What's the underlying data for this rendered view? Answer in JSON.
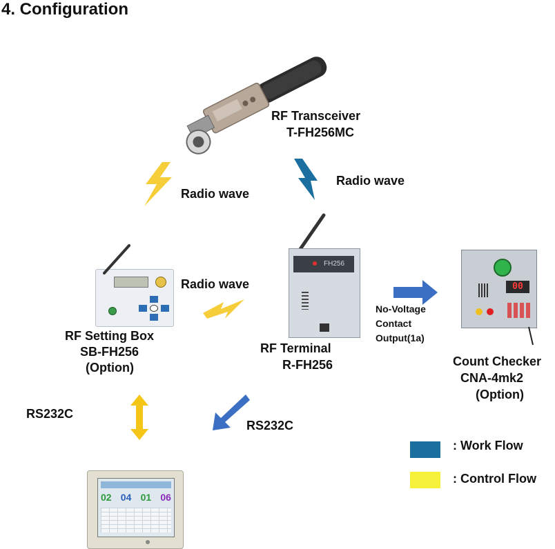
{
  "title": "4. Configuration",
  "devices": {
    "transceiver": {
      "line1": "RF Transceiver",
      "line2": "T-FH256MC"
    },
    "setting_box": {
      "line1": "RF Setting Box",
      "line2": "SB-FH256",
      "line3": "(Option)"
    },
    "terminal": {
      "line1": "RF Terminal",
      "line2": "R-FH256",
      "display": "FH256"
    },
    "count_checker": {
      "line1": "Count Checker",
      "line2": "CNA-4mk2",
      "line3": "(Option)",
      "display": "00"
    },
    "monitor": {
      "cells": [
        "02",
        "04",
        "01",
        "06"
      ]
    }
  },
  "links": {
    "radio_left": "Radio wave",
    "radio_right": "Radio wave",
    "radio_middle": "Radio wave",
    "contact_line1": "No-Voltage",
    "contact_line2": "Contact",
    "contact_line3": "Output(1a)",
    "rs232c_left": "RS232C",
    "rs232c_right": "RS232C"
  },
  "legend": {
    "work_flow": ": Work Flow",
    "control_flow": ": Control Flow",
    "work_color": "#1a6fa0",
    "control_color": "#f5f03a"
  },
  "colors": {
    "work_flow": "#1a6fa0",
    "control_flow": "#f5c518",
    "arrow_blue": "#3b6fc4"
  }
}
